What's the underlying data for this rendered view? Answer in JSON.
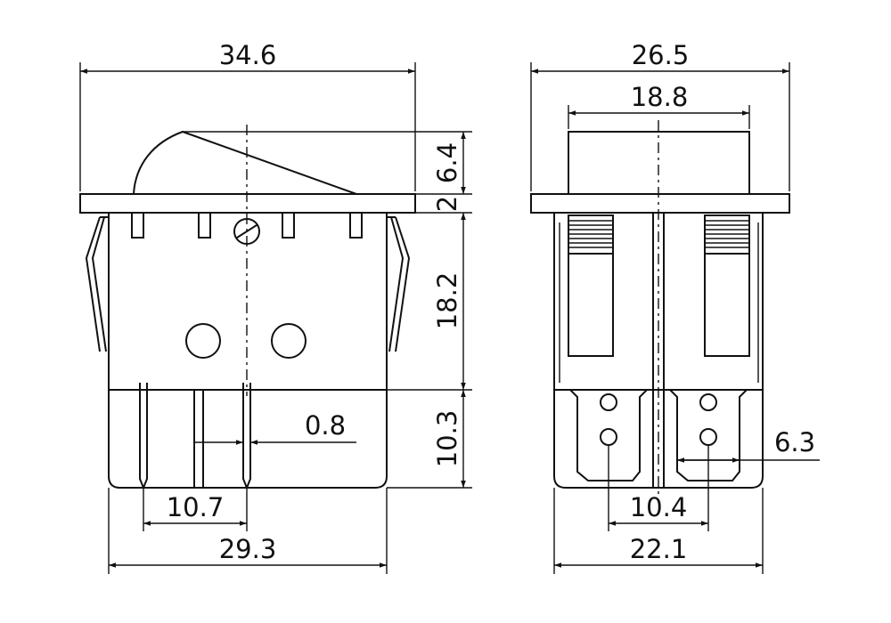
{
  "diagram": {
    "front_view": {
      "overall_width": "34.6",
      "rocker_height": "6.4",
      "flange_thickness": "2",
      "body_height": "18.2",
      "terminal_length": "10.3",
      "terminal_thickness": "0.8",
      "terminal_spacing": "10.7",
      "body_width": "29.3"
    },
    "side_view": {
      "overall_width": "26.5",
      "rocker_width": "18.8",
      "terminal_width": "6.3",
      "terminal_spacing": "10.4",
      "body_width": "22.1"
    }
  }
}
